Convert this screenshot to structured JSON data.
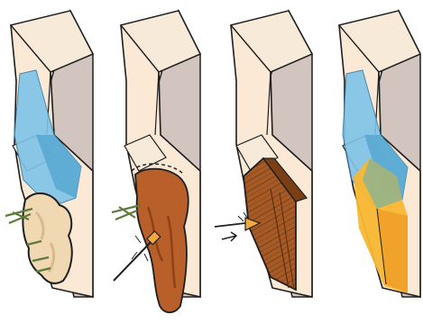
{
  "colors": {
    "background": "#ffffff",
    "block_front": "#fbe9d6",
    "block_side": "#d2c5bf",
    "block_top": "#f7ead8",
    "outline": "#1e1e1e",
    "water_light": "#7ec3e8",
    "water_dark": "#5aa9d3",
    "bedrock_beige": "#f0d9b2",
    "bedrock_shadow": "#d9b98d",
    "soil_orange": "#b9602a",
    "soil_dark": "#8f4217",
    "wood_brown": "#a65a25",
    "wood_dark": "#7b3f16",
    "sand_light": "#f1ce86",
    "fill_yellow": "#f7b733",
    "fill_orange": "#f0a22a",
    "overlap_green": "#8fb38e",
    "plant_green": "#5e7a3c",
    "probe_tip": "#f2a93b"
  },
  "panels": [
    {
      "id": "panel-1",
      "icons": [
        "cliff-block-icon",
        "water-seep-icon",
        "bedrock-outcrop-icon",
        "plant-roots-icon"
      ]
    },
    {
      "id": "panel-2",
      "icons": [
        "cliff-block-icon",
        "soil-slump-icon",
        "probe-stick-icon",
        "plant-roots-icon"
      ]
    },
    {
      "id": "panel-3",
      "icons": [
        "cliff-block-icon",
        "wood-plank-wall-icon",
        "arrow-icon"
      ]
    },
    {
      "id": "panel-4",
      "icons": [
        "cliff-block-icon",
        "water-seep-icon",
        "fill-layer-icon"
      ]
    }
  ]
}
